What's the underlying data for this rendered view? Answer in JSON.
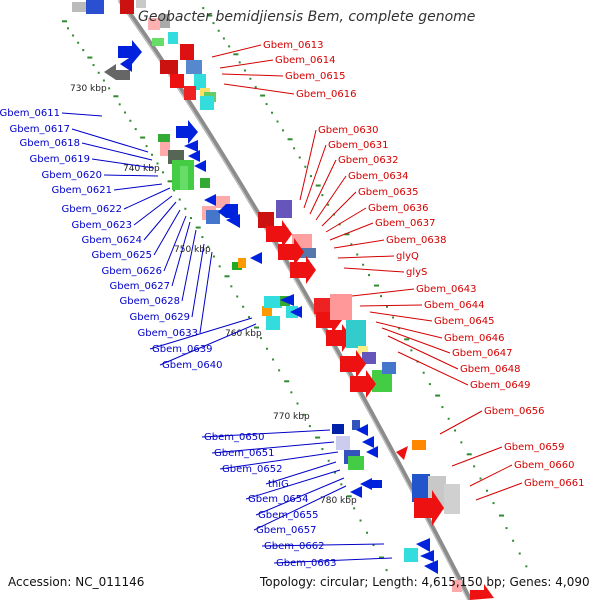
{
  "title": "Geobacter bemidjiensis Bem, complete genome",
  "accession": "Accession: NC_011146",
  "topology": "Topology: circular; Length: 4,615,150 bp; Genes: 4,090",
  "colors": {
    "backbone": "#8c8c8c",
    "tick_dot": "#2e8b2e",
    "forward_label": "#d40000",
    "reverse_label": "#0000c8"
  },
  "kbp_ticks": [
    "730 kbp",
    "740 kbp",
    "750 kbp",
    "760 kbp",
    "770 kbp",
    "780 kbp"
  ],
  "forward_genes": [
    "Gbem_0613",
    "Gbem_0614",
    "Gbem_0615",
    "Gbem_0616",
    "Gbem_0630",
    "Gbem_0631",
    "Gbem_0632",
    "Gbem_0634",
    "Gbem_0635",
    "Gbem_0636",
    "Gbem_0637",
    "Gbem_0638",
    "glyQ",
    "glyS",
    "Gbem_0643",
    "Gbem_0644",
    "Gbem_0645",
    "Gbem_0646",
    "Gbem_0647",
    "Gbem_0648",
    "Gbem_0649",
    "Gbem_0656",
    "Gbem_0659",
    "Gbem_0660",
    "Gbem_0661"
  ],
  "reverse_genes": [
    "Gbem_0611",
    "Gbem_0617",
    "Gbem_0618",
    "Gbem_0619",
    "Gbem_0620",
    "Gbem_0621",
    "Gbem_0622",
    "Gbem_0623",
    "Gbem_0624",
    "Gbem_0625",
    "Gbem_0626",
    "Gbem_0627",
    "Gbem_0628",
    "Gbem_0629",
    "Gbem_0633",
    "Gbem_0639",
    "Gbem_0640",
    "Gbem_0650",
    "Gbem_0651",
    "Gbem_0652",
    "thiG",
    "Gbem_0654",
    "Gbem_0655",
    "Gbem_0657",
    "Gbem_0662",
    "Gbem_0663"
  ]
}
